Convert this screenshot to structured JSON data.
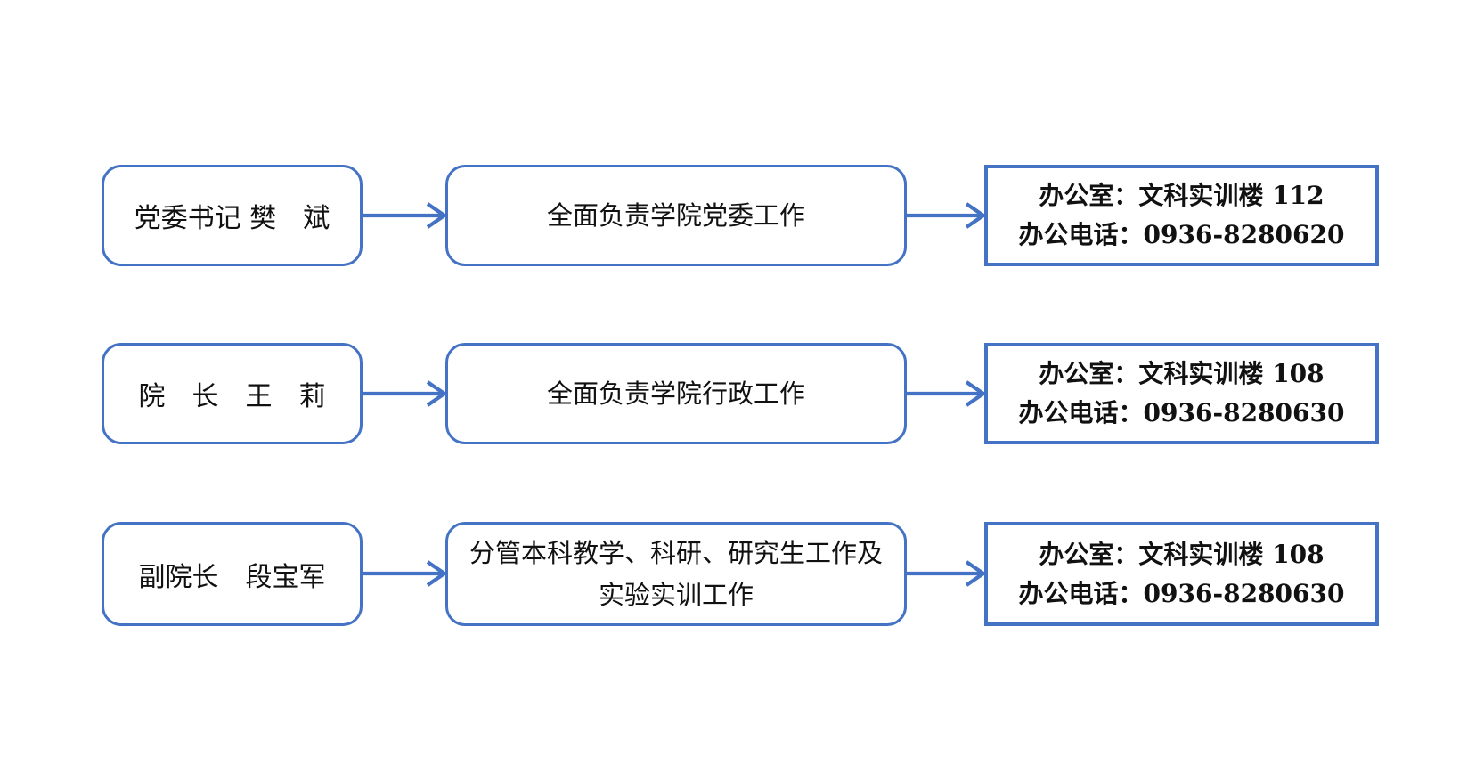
{
  "page": {
    "title": "学院领导分工示意图",
    "type": "organization-duty-flow-diagram"
  },
  "colors": {
    "accent": "#4472C4",
    "text": "#111111",
    "page_bg": "#ffffff",
    "box_bg": "#ffffff"
  },
  "icons": {
    "arrow": "arrow-right-icon"
  },
  "rows": [
    {
      "person": "党委书记 樊　斌",
      "duty": "全面负责学院党委工作",
      "office": "办公室：文科实训楼 112",
      "phone": "办公电话：0936-8280620"
    },
    {
      "person": "院　长　王　莉",
      "duty": "全面负责学院行政工作",
      "office": "办公室：文科实训楼 108",
      "phone": "办公电话：0936-8280630"
    },
    {
      "person": "副院长　段宝军",
      "duty": "分管本科教学、科研、研究生工作及实验实训工作",
      "office": "办公室：文科实训楼 108",
      "phone": "办公电话：0936-8280630"
    }
  ]
}
